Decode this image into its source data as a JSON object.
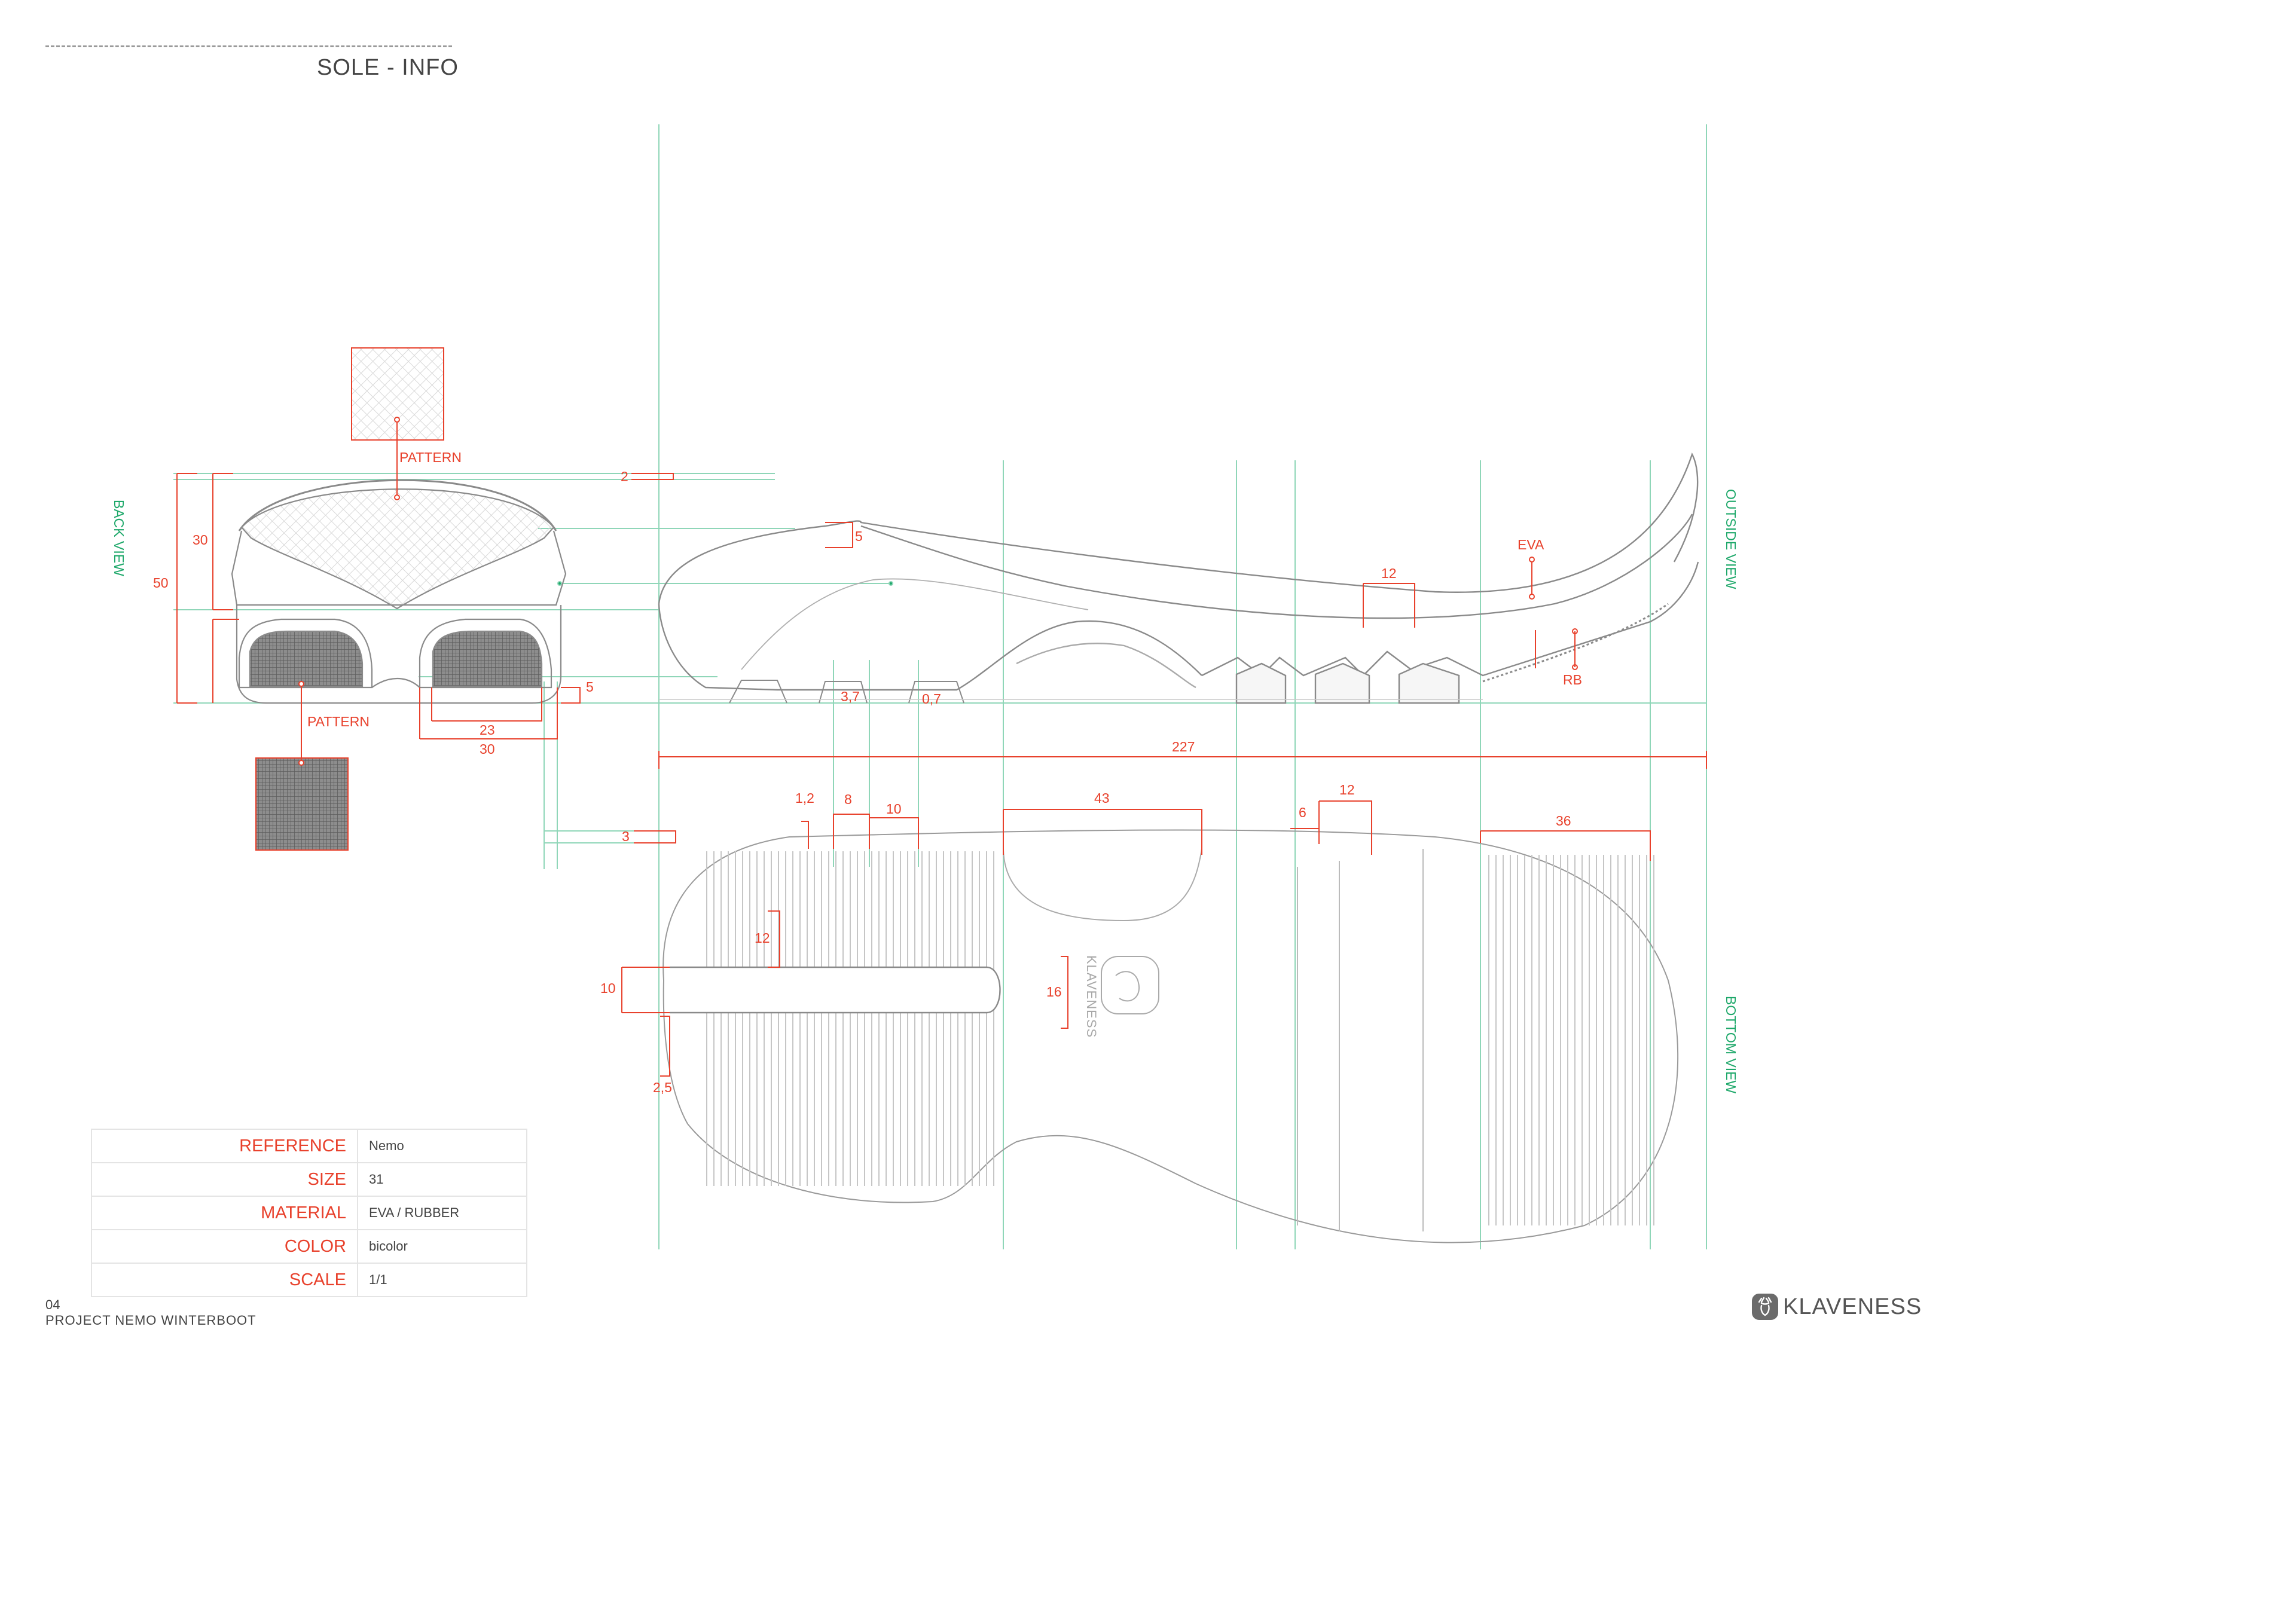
{
  "header": {
    "title": "SOLE - INFO"
  },
  "views": {
    "back": "BACK VIEW",
    "outside": "OUTSIDE VIEW",
    "bottom": "BOTTOM VIEW"
  },
  "annotations": {
    "pattern_top": "PATTERN",
    "pattern_bottom": "PATTERN",
    "eva": "EVA",
    "rb": "RB",
    "logo_text": "KLAVENESS"
  },
  "dimensions": {
    "back_height_total": "50",
    "back_height_upper": "30",
    "back_lug": "5",
    "back_inner_width": "23",
    "back_outer_width": "30",
    "side_top": "2",
    "side_heel": "5",
    "side_lug_a": "3,7",
    "side_lug_b": "0,7",
    "side_groove": "12",
    "total_length": "227",
    "bottom_edge": "3",
    "bottom_a": "1,2",
    "bottom_b": "8",
    "bottom_c": "10",
    "bottom_d": "43",
    "bottom_e": "6",
    "bottom_f": "12",
    "bottom_g": "36",
    "bottom_h": "12",
    "bottom_i": "10",
    "bottom_j": "2,5",
    "bottom_logo": "16"
  },
  "spec_table": [
    {
      "label": "REFERENCE",
      "value": "Nemo"
    },
    {
      "label": "SIZE",
      "value": "31"
    },
    {
      "label": "MATERIAL",
      "value": "EVA / RUBBER"
    },
    {
      "label": "COLOR",
      "value": "bicolor"
    },
    {
      "label": "SCALE",
      "value": "1/1"
    }
  ],
  "footer": {
    "page": "04",
    "project": "PROJECT NEMO WINTERBOOT",
    "brand": "KLAVENESS"
  },
  "colors": {
    "annotation": "#e8412c",
    "guide": "#1ea86a",
    "line": "#8a8a8a"
  }
}
